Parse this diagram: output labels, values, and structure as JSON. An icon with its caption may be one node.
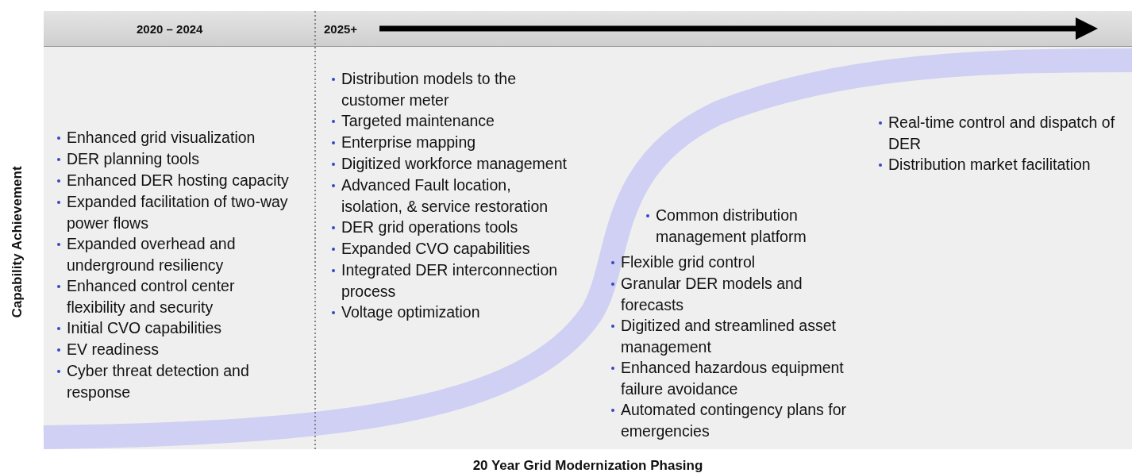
{
  "diagram": {
    "caption": "20 Year Grid Modernization Phasing",
    "labels": [
      "2020 – 2024",
      "2025+",
      "Capability Achievement",
      "Enhanced grid visualization",
      "DER planning tools",
      "Enhanced DER hosting capacity",
      "Expanded facilitation of two-way power flows",
      "Expanded overhead and underground resiliency",
      "Enhanced control center flexibility and security",
      "Initial CVO capabilities",
      "EV readiness",
      "Cyber threat detection and response",
      "Distribution models to the customer meter",
      "Targeted maintenance",
      "Enterprise mapping",
      "Digitized workforce management",
      "Advanced Fault location, isolation, & service restoration",
      "DER grid operations tools",
      "Expanded CVO capabilities",
      "Integrated DER interconnection process",
      "Voltage optimization",
      "Common distribution management platform",
      "Flexible grid control",
      "Granular DER models and forecasts",
      "Digitized and streamlined asset management",
      "Enhanced hazardous equipment failure avoidance",
      "Automated contingency plans for emergencies",
      "Real-time control and dispatch of DER",
      "Distribution market facilitation"
    ]
  }
}
